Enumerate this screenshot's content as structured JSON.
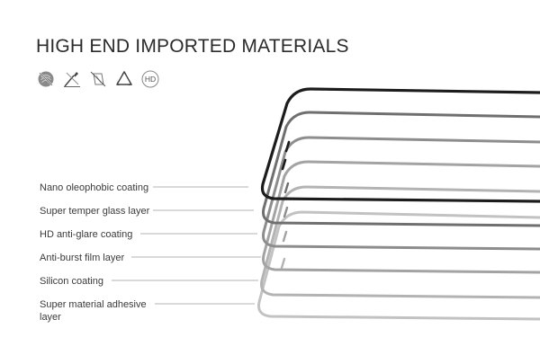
{
  "headline": "HIGH END IMPORTED MATERIALS",
  "feature_icons": [
    {
      "name": "anti-fingerprint-icon"
    },
    {
      "name": "scratch-resistant-icon"
    },
    {
      "name": "anti-glare-icon"
    },
    {
      "name": "recyclable-icon"
    },
    {
      "name": "hd-badge-icon",
      "text": "HD"
    }
  ],
  "layers": [
    {
      "label": "Nano oleophobic coating"
    },
    {
      "label": "Super temper glass layer"
    },
    {
      "label": "HD anti-glare coating"
    },
    {
      "label": "Anti-burst film layer"
    },
    {
      "label": "Silicon coating"
    },
    {
      "label": "Super material adhesive layer"
    }
  ]
}
